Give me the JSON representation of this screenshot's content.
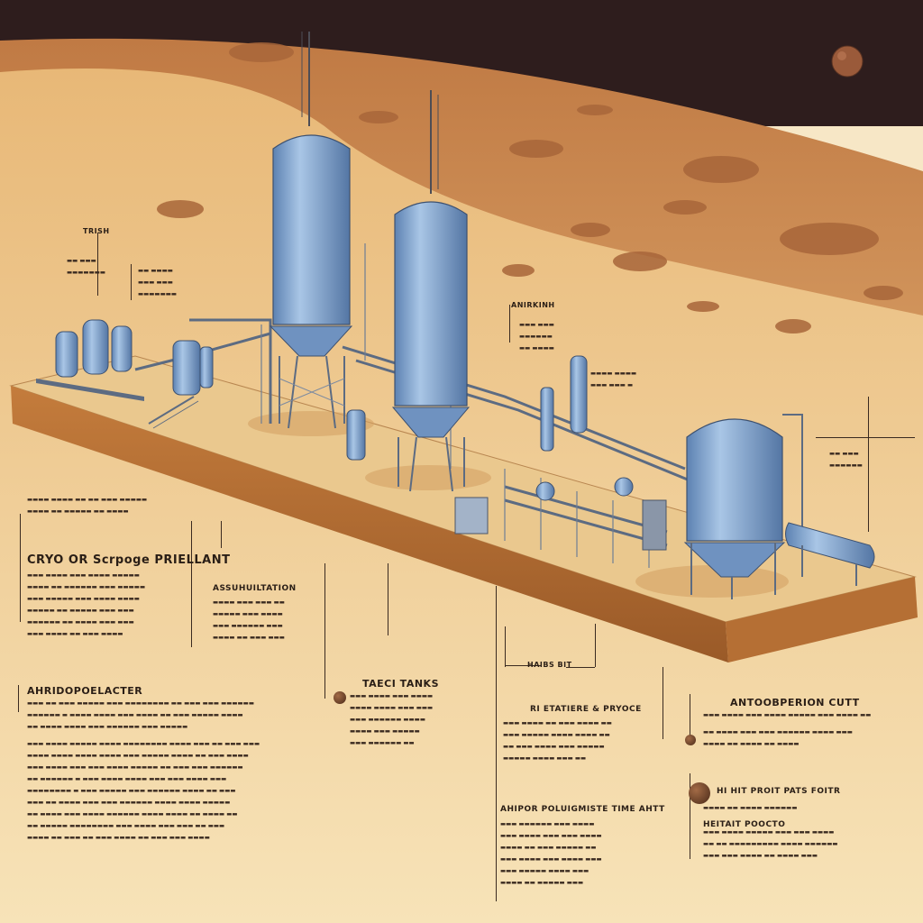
{
  "colors": {
    "sky": "#2e1d1d",
    "mars": "#c9844a",
    "plain": "#f2d49d",
    "tank": "#7ea4d0",
    "pipe": "#7b8aa0",
    "slab_side": "#b46e32"
  },
  "labels": {
    "tank_tag_top": "TRISH",
    "tank_tag_mid": "ANIRKINH",
    "propellant_title": "CRYO OR Scrpoge PRIELLANT",
    "sub_title_center": "ASSUHUILTATION",
    "liquid_title": "AHRIDOPOELACTER",
    "tanks_title": "TAECI TANKS",
    "base_tag": "HAIBS BIT",
    "effluent_title": "RI ETATIERE & PRYOCE",
    "production_title": "AHIPOR POLUIGMISTE TIME AHTT",
    "right_title": "ANTOOBPERION CUTT",
    "plant_title": "HI HIT PROIT PATS FOITR",
    "plant_sub": "HEITAIT POOCTO"
  },
  "icons": [
    "planet-icon",
    "storage-silo-icon",
    "pipe-rack-icon",
    "compressor-icon",
    "mars-sphere-icon"
  ]
}
